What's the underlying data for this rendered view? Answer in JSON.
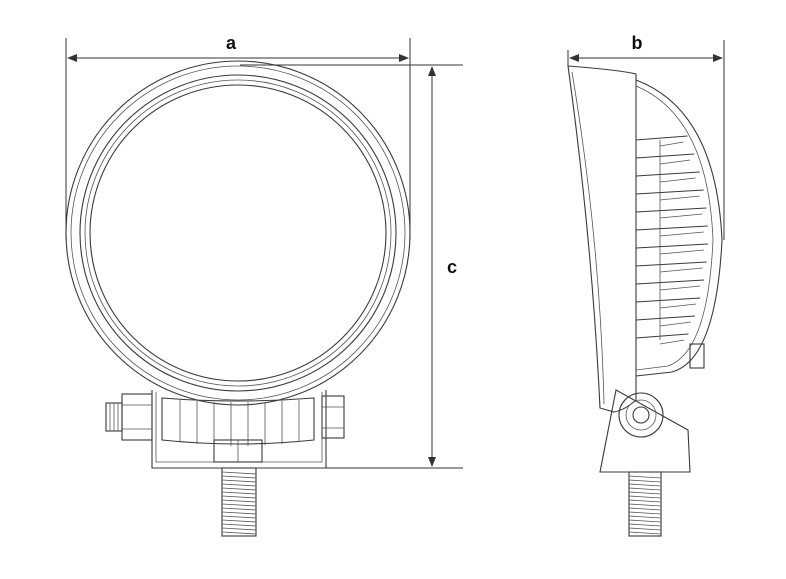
{
  "dimensions": {
    "a": "a",
    "b": "b",
    "c": "c"
  },
  "colors": {
    "line": "#3a3a3a",
    "background": "#ffffff"
  }
}
